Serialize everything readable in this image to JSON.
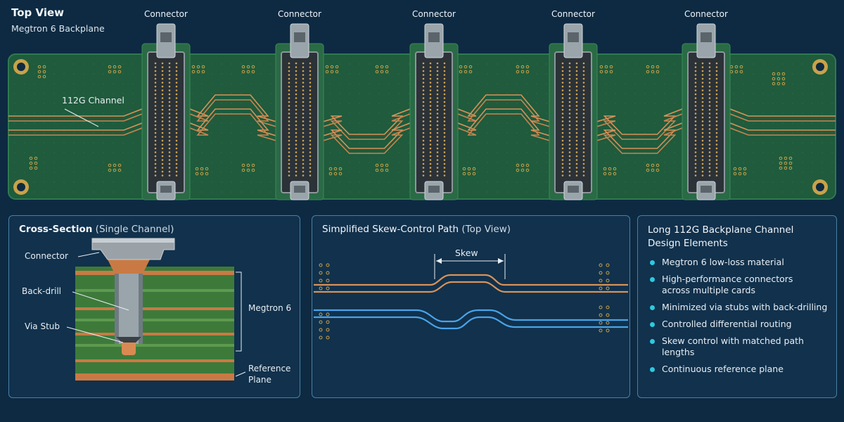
{
  "top_view": {
    "title": "Top View",
    "subtitle": "Megtron 6 Backplane",
    "connector_labels": [
      "Connector",
      "Connector",
      "Connector",
      "Connector",
      "Connector"
    ],
    "channel_label": "112G Channel"
  },
  "cross_section": {
    "title": "Cross-Section",
    "title_note": "(Single Channel)",
    "labels": {
      "connector": "Connector",
      "back_drill": "Back-drill",
      "via_stub": "Via Stub",
      "megtron": "Megtron 6",
      "reference_plane_line1": "Reference",
      "reference_plane_line2": "Plane"
    }
  },
  "skew_path": {
    "title": "Simplified Skew-Control Path",
    "title_note": "(Top View)",
    "skew_label": "Skew"
  },
  "design_elements": {
    "title_line1": "Long 112G Backplane Channel",
    "title_line2": "Design Elements",
    "items": [
      {
        "line1": "Megtron 6 low-loss material",
        "line2": ""
      },
      {
        "line1": "High-performance connectors",
        "line2": "across multiple cards"
      },
      {
        "line1": "Minimized via stubs with back-drilling",
        "line2": ""
      },
      {
        "line1": "Controlled differential routing",
        "line2": ""
      },
      {
        "line1": "Skew control with matched path lengths",
        "line2": ""
      },
      {
        "line1": "Continuous reference plane",
        "line2": ""
      }
    ]
  },
  "colors": {
    "background": "#0d2a42",
    "board": "#1f5b3c",
    "copper": "#d9925a",
    "blue_trace": "#4aa3e8",
    "bullet": "#2ec9e0"
  }
}
